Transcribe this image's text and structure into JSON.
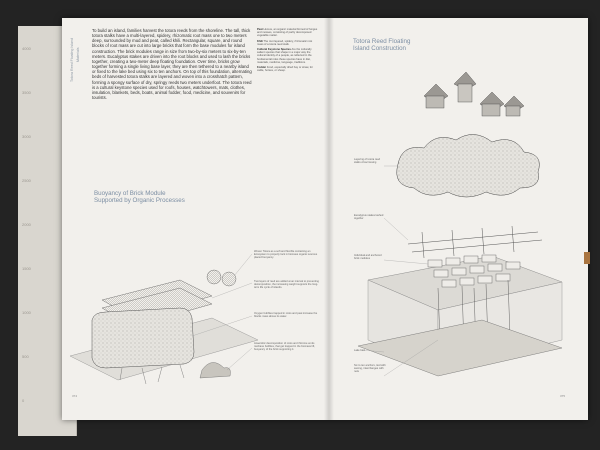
{
  "left_page": {
    "running_head": [
      "Totora Reed Floating Island",
      "Materials"
    ],
    "body_text": "To build an island, families harvest the totora reeds from the shoreline. The tall, thick totora stalks have a multi-layered, spidery, rhizomatic root mass one to two meters deep, surrounded by mud and peat, called khili. Rectangular, square, and round blocks of root mass are cut into large bricks that form the base modules for island construction. The brick modules range in size from two-by-six meters to six-by-ten meters. Eucalyptus stakes are driven into the root blocks and used to lash the bricks together, creating a two-meter deep floating foundation. Over time, bricks grow together forming a single living base layer, they are then tethered to a nearby island or fixed to the lake bed using six to ten anchors. On top of this foundation, alternating beds of harvested totora stalks are layered and woven into a crosshatch pattern, forming a spongy surface of dry, springy reeds two meters underfoot. The totora reed is a cultural keystone species used for roofs, houses, watchtowers, mats, clothes, insulation, blankets, beds, boats, animal fodder, food, medicine, and souvenirs for tourists.",
    "side_notes": [
      {
        "term": "Peat",
        "text": "Humus, an organic material formed of fungus and mosses, consisting of partly decomposed vegetable matter."
      },
      {
        "term": "Khili",
        "text": "The root layered, spidery, rhizomatic root mass of a totora reed stalk."
      },
      {
        "term": "Cultural Keystone Species",
        "text": "Are the culturally salient species that shape in a major way the cultural identity of a people, as reflected in the fundamental roles these species have in diet, materials, medicine, language, traditions."
      },
      {
        "term": "Fodder",
        "text": "Food, especially dried hay or straw, for cattle, horses, or sheep."
      }
    ],
    "heading": "Buoyancy of Brick Module\nSupported by Organic Processes",
    "callouts": [
      "Woven Totora as a soft and flexible containing an Ecosystem to properly lock in biomass organic sources placed buoyancy.",
      "Two layers of reed are added at an interval to preventing decomposition, the increasing weight supports the long-term life cycle of islands.",
      "Oxygen bubbles trapped in roots and peat increase the blocks mass above its water.",
      "Anaerobic decomposition of roots and rhizome emits methane bubbles, that get trapped in the biomass lift, buoyancy of the brick supporting it."
    ],
    "page_number": "374"
  },
  "right_page": {
    "heading": "Totora Reed Floating\nIsland Construction",
    "callouts": [
      "Layering of totora reed stalks crisscrossing",
      "Eucalyptus stakes lashed together",
      "Individual and anchored brick modules",
      "Lake bed",
      "Six to ten anchors, tied with sarong, interchanges with nets"
    ],
    "page_number": "375"
  },
  "underpage": {
    "scale": [
      "4000",
      "3500",
      "3000",
      "2500",
      "2000",
      "1500",
      "1000",
      "500",
      "0"
    ]
  },
  "colors": {
    "heading_blue": "#7c8ea3",
    "accent_copper": "#a9743f",
    "paper": "#f2f0ec"
  }
}
